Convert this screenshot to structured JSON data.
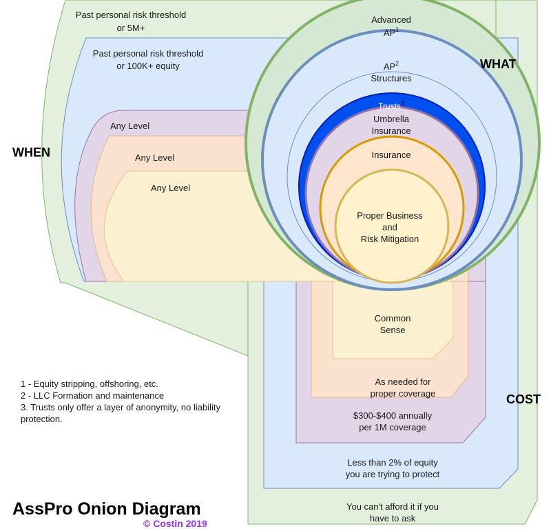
{
  "axes": {
    "when": "WHEN",
    "what": "WHAT",
    "cost": "COST"
  },
  "when_bands": [
    {
      "line1": "Past personal risk threshold",
      "line2": "or 5M+"
    },
    {
      "line1": "Past personal risk threshold",
      "line2": "or 100K+ equity"
    },
    {
      "line1": "Any Level"
    },
    {
      "line1": "Any Level"
    },
    {
      "line1": "Any Level"
    }
  ],
  "what_layers": {
    "advanced": {
      "line1": "Advanced",
      "line2_main": "AP",
      "line2_sup": "1"
    },
    "ap": {
      "line1_main": "AP",
      "line1_sup": "2",
      "line2": "Structures"
    },
    "trusts": {
      "main": "Trusts",
      "sup": "3"
    },
    "umbrella": {
      "line1": "Umbrella",
      "line2": "Insurance"
    },
    "insurance": {
      "line1": "Insurance"
    },
    "core": {
      "line1": "Proper Business",
      "line2": "and",
      "line3": "Risk Mitigation"
    }
  },
  "cost_bands": [
    {
      "line1": "Common",
      "line2": "Sense"
    },
    {
      "line1": "As needed for",
      "line2": "proper coverage"
    },
    {
      "line1": "$300-$400 annually",
      "line2": "per 1M coverage"
    },
    {
      "line1": "Less than 2% of equity",
      "line2": "you are trying to protect"
    },
    {
      "line1": "You can't afford it if you",
      "line2": "have to ask"
    }
  ],
  "footnotes": [
    "1 - Equity stripping, offshoring, etc.",
    "2 - LLC Formation and maintenance",
    "3. Trusts only offer a layer of anonymity, no liability",
    "protection."
  ],
  "title": "AssPro Onion Diagram",
  "copyright": "© Costin 2019",
  "colors": {
    "green_fill": "#e3f0de",
    "green_stroke": "#82b366",
    "blue_fill": "#dae8fc",
    "blue_stroke": "#6c8ebf",
    "purple_fill": "#e1d5e7",
    "purple_stroke": "#9673a6",
    "peach_fill": "#fbe2cf",
    "peach_stroke": "#e4b88a",
    "yellow_fill": "#fbf0cf",
    "yellow_stroke": "#d6b656",
    "trust_fill": "#0050ef",
    "orange_stroke": "#d79b00"
  }
}
